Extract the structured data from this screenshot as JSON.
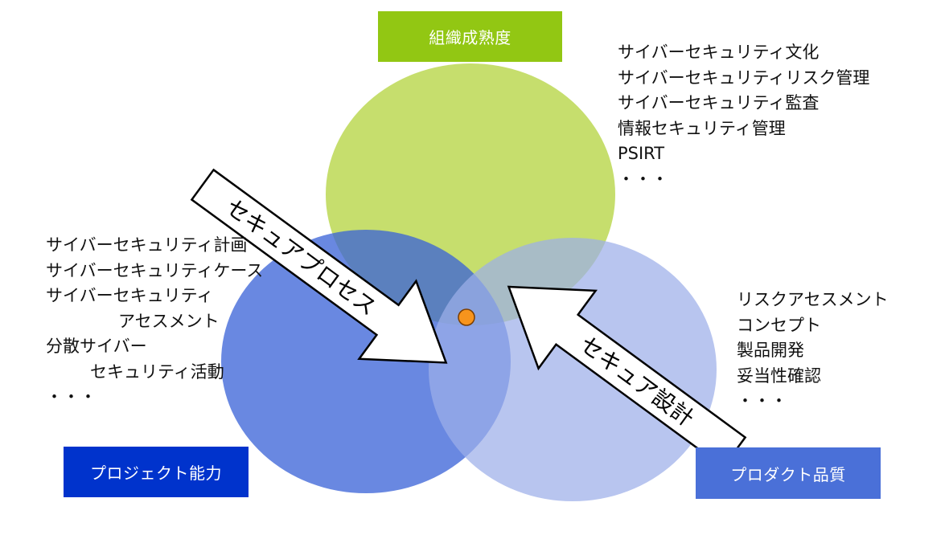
{
  "colors": {
    "org_circle": "#b6d544",
    "project_circle": "#3a62d8",
    "product_circle": "#9caee9",
    "org_label_bg": "#92c713",
    "project_label_bg": "#0033cc",
    "product_label_bg": "#4a70d8",
    "center_dot": "#f7941d"
  },
  "labels": {
    "org": "組織成熟度",
    "project": "プロジェクト能力",
    "product": "プロダクト品質"
  },
  "arrows": {
    "process": "セキュアプロセス",
    "design": "セキュア設計"
  },
  "lists": {
    "org": [
      "サイバーセキュリティ文化",
      "サイバーセキュリティリスク管理",
      "サイバーセキュリティ監査",
      "情報セキュリティ管理",
      "PSIRT",
      "・・・"
    ],
    "project": [
      "サイバーセキュリティ計画",
      "サイバーセキュリティケース",
      "サイバーセキュリティ",
      "アセスメント",
      "分散サイバー",
      "セキュリティ活動",
      "・・・"
    ],
    "product": [
      "リスクアセスメント",
      "コンセプト",
      "製品開発",
      "妥当性確認",
      "・・・"
    ]
  }
}
